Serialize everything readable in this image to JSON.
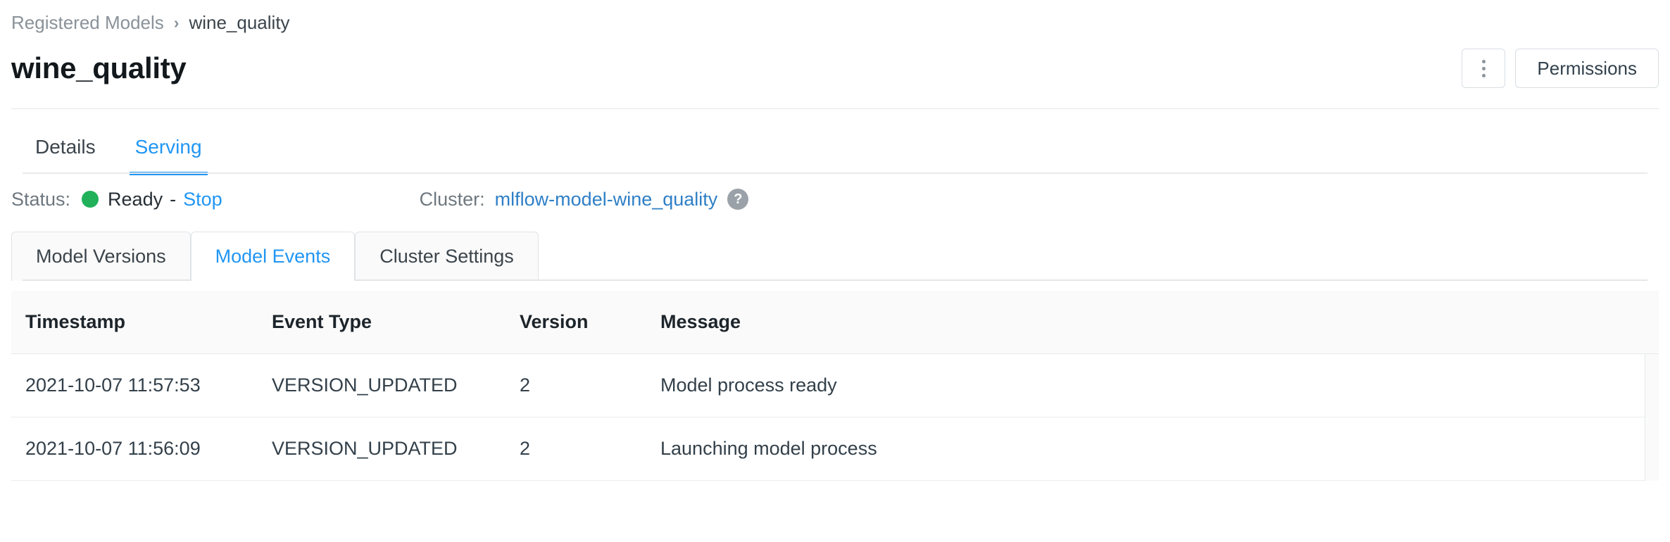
{
  "breadcrumb": {
    "parent": "Registered Models",
    "separator": "›",
    "current": "wine_quality"
  },
  "header": {
    "title": "wine_quality",
    "kebab_icon": "more-vertical-icon",
    "permissions_label": "Permissions"
  },
  "tabs": [
    {
      "label": "Details",
      "active": false
    },
    {
      "label": "Serving",
      "active": true
    }
  ],
  "status": {
    "label": "Status:",
    "value": "Ready",
    "dash": "-",
    "action_label": "Stop",
    "dot_color": "#20b15a"
  },
  "cluster": {
    "label": "Cluster:",
    "name": "mlflow-model-wine_quality",
    "help_icon": "question-mark-icon",
    "help_glyph": "?"
  },
  "subtabs": [
    {
      "label": "Model Versions",
      "active": false
    },
    {
      "label": "Model Events",
      "active": true
    },
    {
      "label": "Cluster Settings",
      "active": false
    }
  ],
  "table": {
    "columns": [
      "Timestamp",
      "Event Type",
      "Version",
      "Message"
    ],
    "rows": [
      [
        "2021-10-07 11:57:53",
        "VERSION_UPDATED",
        "2",
        "Model process ready"
      ],
      [
        "2021-10-07 11:56:09",
        "VERSION_UPDATED",
        "2",
        "Launching model process"
      ]
    ]
  },
  "theme": {
    "accent": "#2196f3",
    "link": "#2f7fc6",
    "success": "#20b15a",
    "muted": "#6f787f",
    "border": "#e3e6e8"
  }
}
